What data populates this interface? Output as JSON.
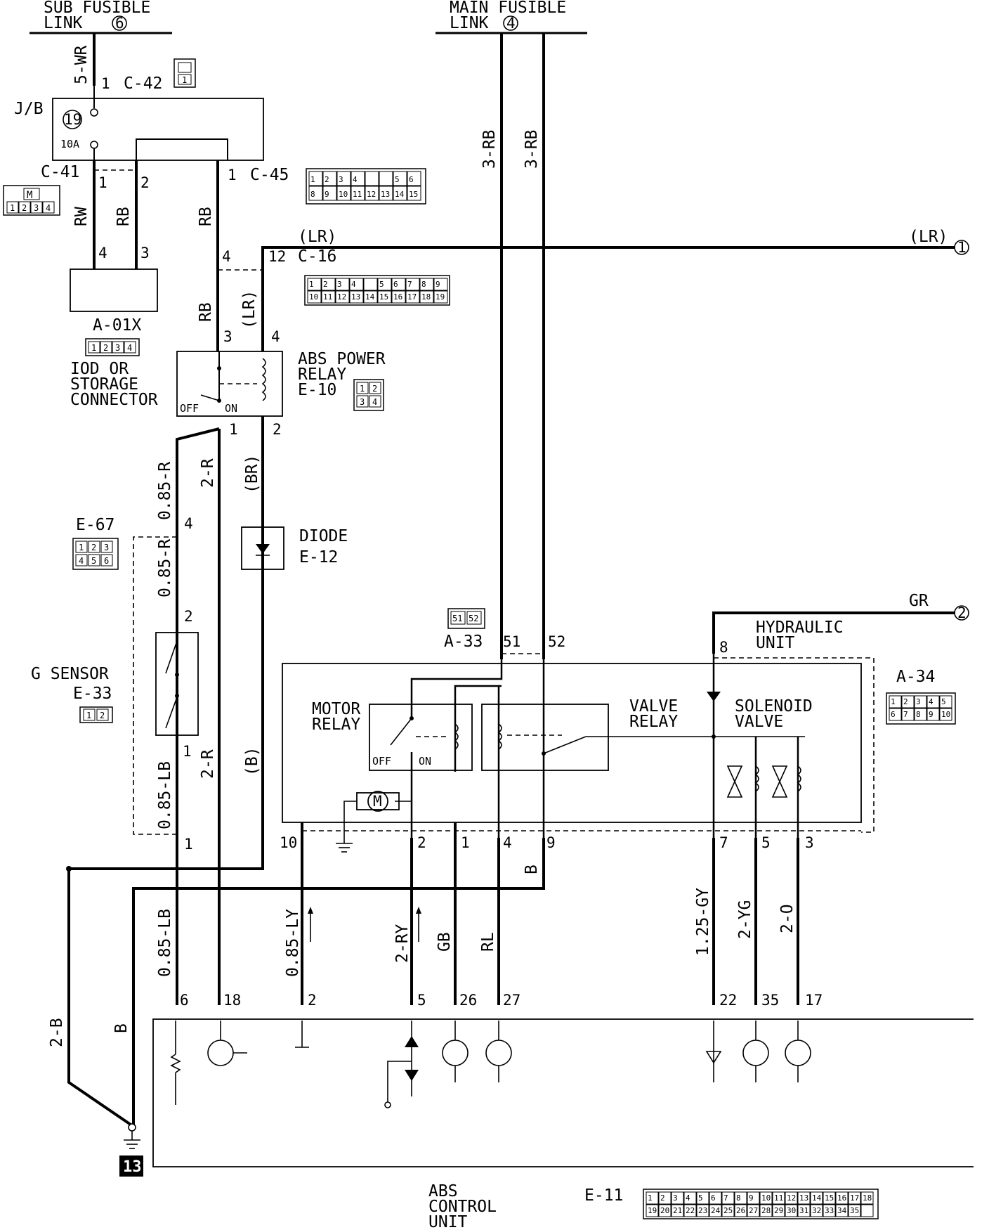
{
  "supply": {
    "sub_fusible_line1": "SUB FUSIBLE",
    "sub_fusible_line2": "LINK",
    "sub_fusible_num": "6",
    "main_fusible_line1": "MAIN FUSIBLE",
    "main_fusible_line2": "LINK",
    "main_fusible_num": "4"
  },
  "wires": {
    "w_5wr": "5-WR",
    "w_rw": "RW",
    "w_rb": "RB",
    "w_3rb": "3-RB",
    "w_lr": "(LR)",
    "w_lr_plain": "LR",
    "w_085r": "0.85-R",
    "w_2r": "2-R",
    "w_br": "(BR)",
    "w_085lb": "0.85-LB",
    "w_b_paren": "(B)",
    "w_b": "B",
    "w_085ly": "0.85-LY",
    "w_2ry": "2-RY",
    "w_gb": "GB",
    "w_rl": "RL",
    "w_125gy": "1.25-GY",
    "w_2yg": "2-YG",
    "w_2o": "2-O",
    "w_2b": "2-B",
    "w_gr": "GR"
  },
  "connectors": {
    "c42": "C-42",
    "c41": "C-41",
    "c45": "C-45",
    "c16": "C-16",
    "e10": "E-10",
    "e67": "E-67",
    "e33": "E-33",
    "e12": "E-12",
    "a33": "A-33",
    "a34": "A-34",
    "e11": "E-11",
    "a01x": "A-01X"
  },
  "components": {
    "jb": "J/B",
    "fuse_num": "19",
    "fuse_rating": "10A",
    "iod_line1": "IOD OR",
    "iod_line2": "STORAGE",
    "iod_line3": "CONNECTOR",
    "abs_relay_line1": "ABS POWER",
    "abs_relay_line2": "RELAY",
    "off": "OFF",
    "on": "ON",
    "diode": "DIODE",
    "g_sensor": "G SENSOR",
    "motor_line1": "MOTOR",
    "motor_line2": "RELAY",
    "valve_line1": "VALVE",
    "valve_line2": "RELAY",
    "solenoid_line1": "SOLENOID",
    "solenoid_line2": "VALVE",
    "hydraulic_line1": "HYDRAULIC",
    "hydraulic_line2": "UNIT",
    "motor_symbol": "M",
    "ground_ref": "13",
    "ecu_line1": "ABS",
    "ecu_line2": "CONTROL",
    "ecu_line3": "UNIT",
    "ref1": "1",
    "ref2": "2",
    "cap_m": "M"
  },
  "pins": {
    "p1": "1",
    "p2": "2",
    "p3": "3",
    "p4": "4",
    "p5": "5",
    "p6": "6",
    "p7": "7",
    "p8": "8",
    "p9": "9",
    "p10": "10",
    "p12": "12",
    "p17": "17",
    "p18": "18",
    "p22": "22",
    "p26": "26",
    "p27": "27",
    "p35": "35",
    "p51": "51",
    "p52": "52"
  }
}
